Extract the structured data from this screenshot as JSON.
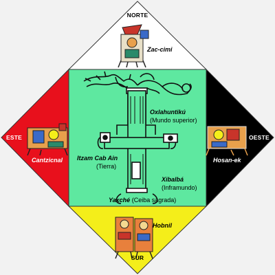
{
  "directions": {
    "north": "NORTE",
    "east": "ESTE",
    "west": "OESTE",
    "south": "SUR"
  },
  "deities": {
    "north": "Zac-cimi",
    "east": "Cantzicnal",
    "west": "Hosan-ek",
    "south": "Hobnil"
  },
  "realms": {
    "upper_name": "Oxlahuntikú",
    "upper_desc": "(Mundo superior)",
    "earth_name": "Itzam Cab Ain",
    "earth_desc": "(Tierra)",
    "under_name": "Xibalbá",
    "under_desc": "(Inframundo)",
    "tree_name": "Yaxché",
    "tree_desc": "(Ceiba sagrada)"
  },
  "colors": {
    "north": "#ffffff",
    "east": "#e8101c",
    "west": "#000000",
    "south": "#f4ee1a",
    "center": "#5ee8a0"
  }
}
